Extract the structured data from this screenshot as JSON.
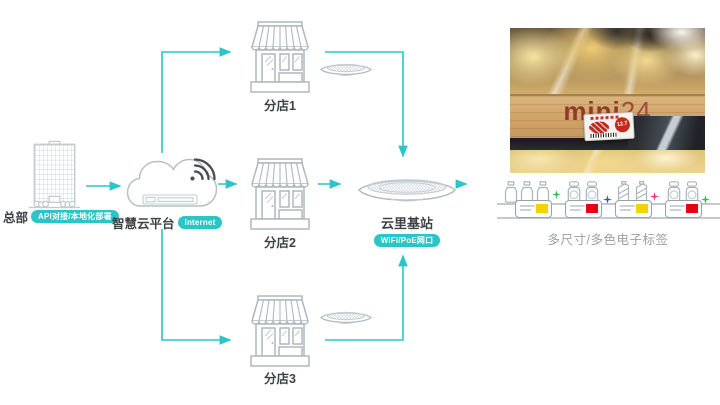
{
  "hq": {
    "label": "总部",
    "badge": "API对接/本地化部署"
  },
  "cloud": {
    "label": "智慧云平台",
    "badge": "Internet"
  },
  "stores": [
    {
      "label": "分店1"
    },
    {
      "label": "分店2"
    },
    {
      "label": "分店3"
    }
  ],
  "base_station": {
    "label": "云里基站",
    "badge": "WiFi/PoE网口"
  },
  "photo": {
    "sign_main": "mini",
    "sign_suffix": "24",
    "price_tag": "12.7"
  },
  "esl_row": {
    "caption": "多尺寸/多色电子标签"
  },
  "colors": {
    "accent": "#2bc5c7",
    "icon_stroke": "#aeb8be",
    "label_text": "#3d4245",
    "caption_text": "#9aa0a3",
    "tag_yellow": "#f0d400",
    "tag_red": "#e60012",
    "sparkle_green": "#3db54b",
    "sparkle_blue": "#2f62ad",
    "sparkle_pink": "#e8337e",
    "sign_red": "#93392a"
  },
  "icons": {
    "hq": "office-building-icon",
    "cloud": "cloud-server-wifi-icon",
    "store": "storefront-icon",
    "station": "wireless-base-station-disc-icon",
    "products": [
      "bottles-icon",
      "jars-icon",
      "cartons-icon",
      "jars-icon"
    ]
  }
}
